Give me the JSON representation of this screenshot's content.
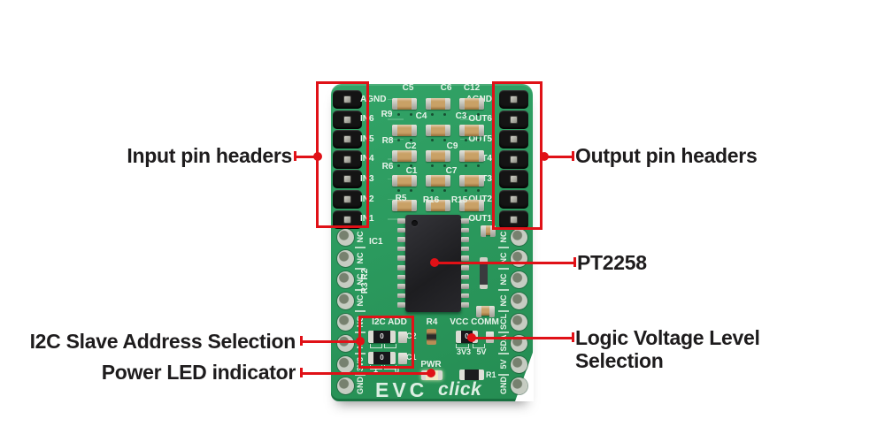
{
  "annotations": {
    "input_pin_headers": "Input pin headers",
    "output_pin_headers": "Output pin headers",
    "chip": "PT2258",
    "i2c_slave": "I2C Slave Address Selection",
    "power_led": "Power LED indicator",
    "logic_voltage_line1": "Logic Voltage Level",
    "logic_voltage_line2": "Selection"
  },
  "board": {
    "name": "EVC",
    "logo_suffix": "click",
    "left_pin_labels": [
      "AGND",
      "IN6",
      "IN5",
      "IN4",
      "IN3",
      "IN2",
      "IN1"
    ],
    "right_pin_labels": [
      "AGND",
      "OUT6",
      "OUT5",
      "OUT4",
      "OUT3",
      "OUT2",
      "OUT1"
    ],
    "left_edge_labels": [
      "NC",
      "NC",
      "NC",
      "NC",
      "NC",
      "NC",
      "3V3",
      "GND"
    ],
    "right_edge_labels": [
      "NC",
      "NC",
      "NC",
      "NC",
      "SCL",
      "SDA",
      "5V",
      "GND"
    ],
    "component_labels": [
      "C5",
      "C6",
      "C12",
      "R9",
      "C4",
      "C3",
      "R8",
      "C2",
      "C9",
      "R6",
      "C1",
      "C7",
      "R5",
      "R16",
      "R15"
    ],
    "silkscreen": {
      "ic": "IC1",
      "r3r2": "R3 R2",
      "i2c_add": "I2C ADD",
      "r4": "R4",
      "vcc_comm": "VCC COMM",
      "v33": "3V3",
      "v5": "5V",
      "pwr": "PWR",
      "r1": "R1",
      "jumper_one": "1",
      "jumper_zero": "0",
      "jumper_val": "0",
      "c2": "C2",
      "c1": "C1"
    }
  },
  "colors": {
    "accent_red": "#e01117",
    "board_green": "#2b9a5e",
    "silkscreen": "#e8f3ea",
    "annotation_text": "#1e1c1d"
  }
}
